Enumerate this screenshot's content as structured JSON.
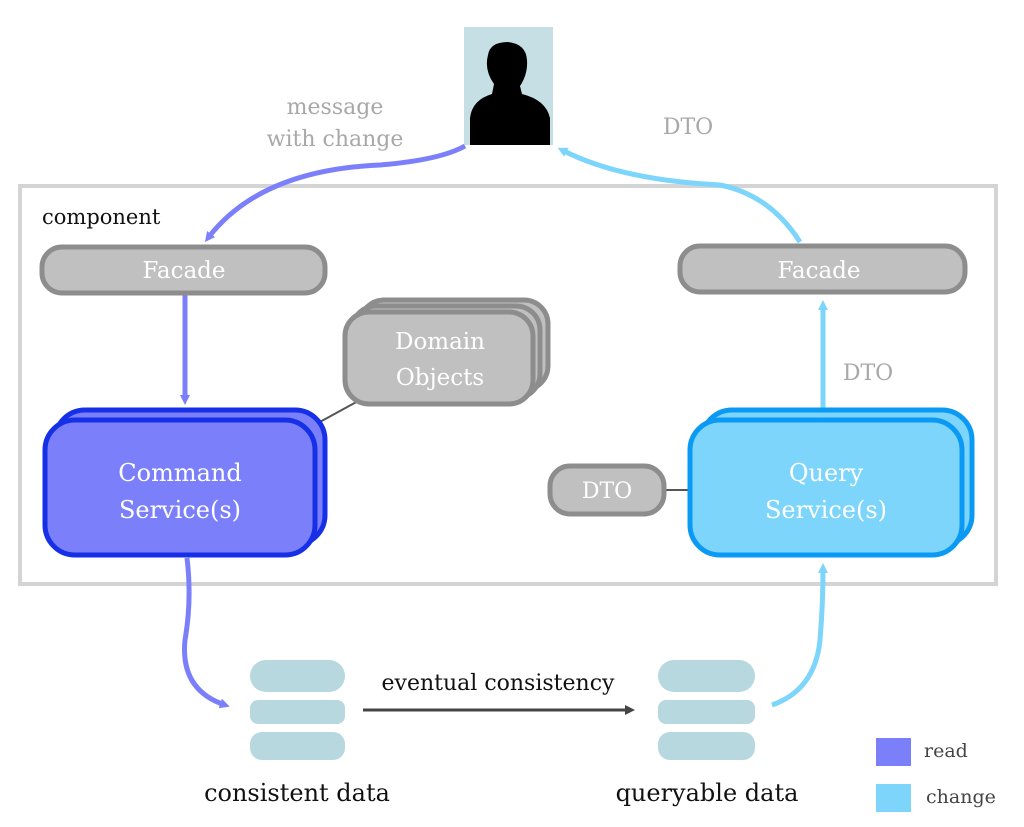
{
  "labels": {
    "message_line1": "message",
    "message_line2": "with change",
    "dto_top": "DTO",
    "component": "component",
    "facade_left": "Facade",
    "facade_right": "Facade",
    "domain_line1": "Domain",
    "domain_line2": "Objects",
    "dto_right": "DTO",
    "command_line1": "Command",
    "command_line2": "Service(s)",
    "dto_small": "DTO",
    "query_line1": "Query",
    "query_line2": "Service(s)",
    "eventual": "eventual consistency",
    "consistent_data": "consistent data",
    "queryable_data": "queryable data"
  },
  "legend": [
    {
      "label": "read",
      "color": "#7b80fa"
    },
    {
      "label": "change",
      "color": "#7dd5fc"
    }
  ],
  "colors": {
    "read": "#7b80fa",
    "read_stroke": "#1530e6",
    "change": "#7dd5fc",
    "change_stroke": "#0a9af4",
    "facade": "#c0c0c0",
    "database": "#b6d8de"
  },
  "icons": {
    "user": "user-silhouette-icon",
    "database": "database-icon"
  }
}
